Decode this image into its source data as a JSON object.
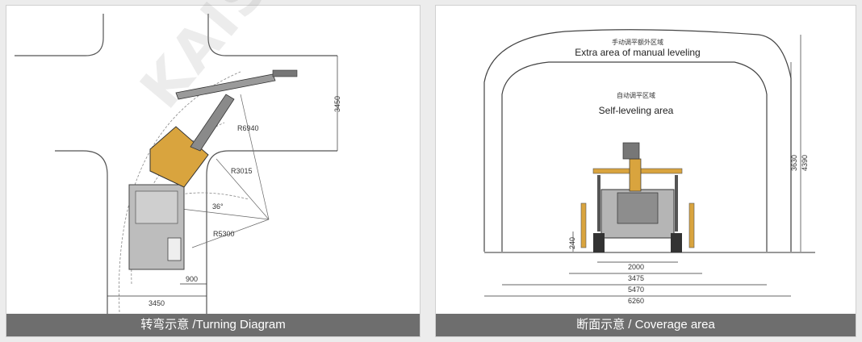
{
  "watermark": "KAISHAN",
  "left_panel": {
    "caption": "转弯示意 /Turning Diagram",
    "dims": {
      "r_outer": "R6940",
      "r_mid": "R3015",
      "r_inner": "R5300",
      "angle": "36°",
      "height": "3450",
      "width_bottom": "3450",
      "offset": "900"
    }
  },
  "right_panel": {
    "caption": "断面示意 / Coverage area",
    "extra_cn": "手动调平额外区域",
    "extra_en": "Extra area of manual leveling",
    "self_cn": "自动调平区域",
    "self_en": "Self-leveling area",
    "dims": {
      "h1": "3630",
      "h2": "4390",
      "w1": "2000",
      "w2": "3475",
      "w3": "5470",
      "w4": "6260",
      "h_low": "240"
    }
  },
  "colors": {
    "machine_orange": "#d9a43e",
    "caption_bg": "#6e6e6e"
  }
}
